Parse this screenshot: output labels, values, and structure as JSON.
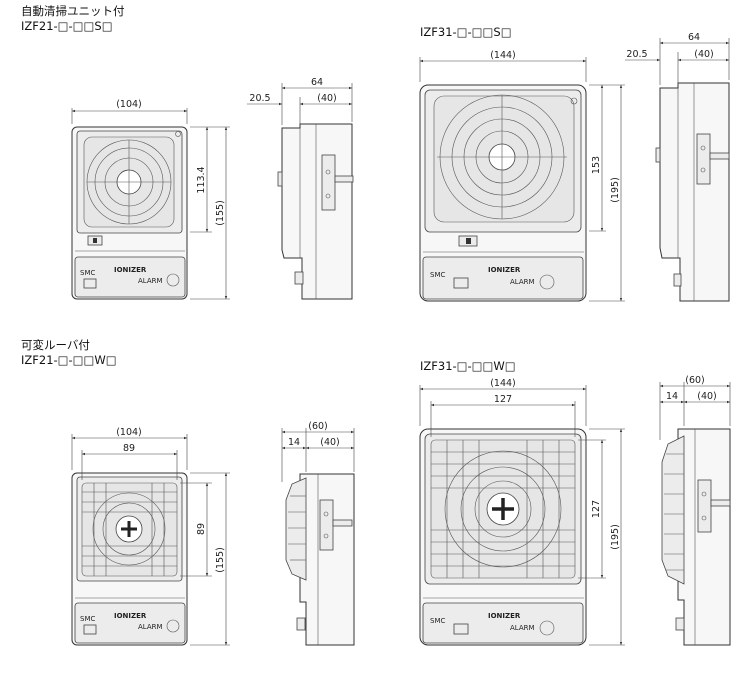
{
  "sections": [
    {
      "category": "自動清掃ユニット付",
      "model": "IZF21-□-□□S□"
    },
    {
      "model": "IZF31-□-□□S□"
    },
    {
      "category": "可変ルーバ付",
      "model": "IZF21-□-□□W□"
    },
    {
      "model": "IZF31-□-□□W□"
    }
  ],
  "dims": {
    "izf21s": {
      "front_width": "(104)",
      "fan_height": "113.4",
      "total_height": "(155)",
      "side_total": "64",
      "side_front": "20.5",
      "side_depth": "(40)"
    },
    "izf31s": {
      "front_width": "(144)",
      "fan_height": "153",
      "total_height": "(195)",
      "side_total": "64",
      "side_front": "20.5",
      "side_depth": "(40)"
    },
    "izf21w": {
      "front_width": "(104)",
      "inner_width": "89",
      "inner_height": "89",
      "total_height": "(155)",
      "side_total": "(60)",
      "side_front": "14",
      "side_depth": "(40)"
    },
    "izf31w": {
      "front_width": "(144)",
      "inner_width": "127",
      "inner_height": "127",
      "total_height": "(195)",
      "side_total": "(60)",
      "side_front": "14",
      "side_depth": "(40)"
    }
  },
  "panel_labels": {
    "brand": "SMC",
    "product": "IONIZER",
    "alarm": "ALARM"
  }
}
